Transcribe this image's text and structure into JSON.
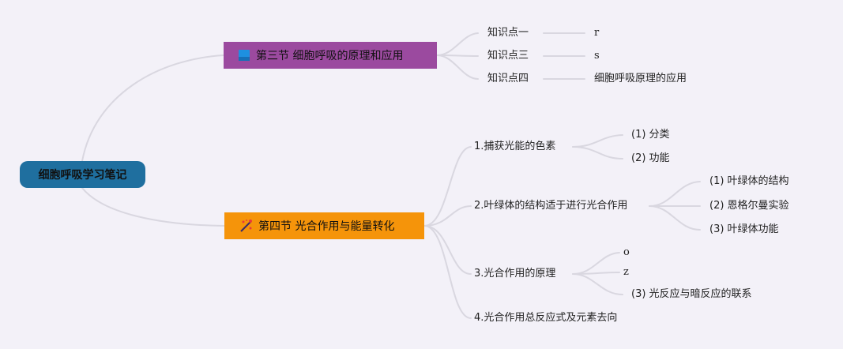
{
  "root": {
    "label": "细胞呼吸学习笔记"
  },
  "section1": {
    "label": "第三节 细胞呼吸的原理和应用",
    "icon": "blue-square-icon",
    "points": [
      {
        "label": "知识点一",
        "value": "r"
      },
      {
        "label": "知识点三",
        "value": "s"
      },
      {
        "label": "知识点四",
        "value": "细胞呼吸原理的应用"
      }
    ]
  },
  "section2": {
    "label": "第四节 光合作用与能量转化",
    "icon": "sparkle-icon",
    "topics": [
      {
        "label": "1.捕获光能的色素",
        "children": [
          "(1)  分类",
          "(2)  功能"
        ]
      },
      {
        "label": "2.叶绿体的结构适于进行光合作用",
        "children": [
          "(1)  叶绿体的结构",
          "(2)  恩格尔曼实验",
          "(3)  叶绿体功能"
        ]
      },
      {
        "label": "3.光合作用的原理",
        "children": [
          "o",
          "z",
          "(3)  光反应与暗反应的联系"
        ]
      },
      {
        "label": "4.光合作用总反应式及元素去向",
        "children": []
      }
    ]
  },
  "colors": {
    "background": "#f3f1f8",
    "root": "#1f6f9f",
    "section1": "#9b4a9f",
    "section2": "#f5940a",
    "link": "#d9d7e0"
  }
}
